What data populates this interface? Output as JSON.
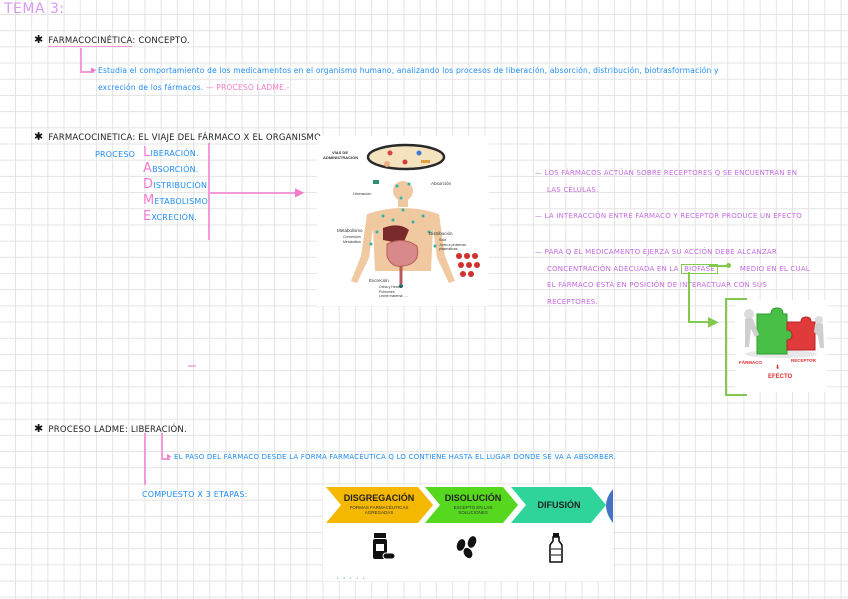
{
  "page_title": "TEMA 3:",
  "colors": {
    "title": "#d79af0",
    "blue_text": "#1f8cf5",
    "purple_text": "#c56be0",
    "pink_accent": "#f27bcc",
    "green_accent": "#82c94f",
    "grid": "#e4e4e4"
  },
  "section1": {
    "heading_term": "Farmacocinética",
    "heading_rest": ": concepto.",
    "definition_line1": "Estudia el comportamiento de los medicamentos en el organismo humano, analizando los procesos de liberación, absorción, distribución, biotrasformación y",
    "definition_line2": "excreción de los fármacos.",
    "definition_tag": "— PROCESO LADME.-"
  },
  "section2": {
    "heading": "Farmacocinetica: el viaje del fármaco x el organismo.",
    "proceso_label": "PROCESO",
    "ladme": [
      {
        "letter": "L",
        "rest": "IBERACIÓN."
      },
      {
        "letter": "A",
        "rest": "BSORCIÓN."
      },
      {
        "letter": "D",
        "rest": "ISTRIBUCIÓN."
      },
      {
        "letter": "M",
        "rest": "ETABOLISMO."
      },
      {
        "letter": "E",
        "rest": "XCRECIÓN."
      }
    ],
    "diagram": {
      "vias_title": "VÍAS DE ADMINISTRACIÓN",
      "absorcion": "Absorción",
      "liberacion": "Liberación",
      "metabolismo": "Metabolismo",
      "metabolismo_items": [
        "Conversión",
        "Metabolitos"
      ],
      "distribucion": "Distribución",
      "distribucion_items": [
        "Sola",
        "Junto a proteínas plasmáticas"
      ],
      "excrecion": "Excreción",
      "excrecion_items": [
        "Orina y Heces",
        "Pulmones",
        "Leche materna, ...."
      ]
    },
    "notes": [
      {
        "line1": "— Los fármacos actúan sobre receptores q se encuentran en",
        "line2": "las células."
      },
      {
        "line1": "— La interacción entre fármaco y receptor produce un efecto",
        "line2": ""
      }
    ],
    "note3": {
      "line1": "— Para q el medicamento ejerza su acción debe alcanzar",
      "line2_pre": "concentración adecuada en la",
      "biofase": "BIOFASE",
      "biofase_def": "Medio en el cual",
      "line3": "el fármaco está en posición de interactuar con sus",
      "line4": "receptores."
    },
    "puzzle": {
      "farmaco": "FÁRMACO",
      "receptor": "RECEPTOR",
      "efecto": "EFECTO"
    }
  },
  "section3": {
    "heading_pre": "Proceso LADME: ",
    "heading_term": "Liberación.",
    "definition": "El paso del fármaco desde la forma farmacéutica q lo contiene hasta el lugar donde se va a absorber.",
    "composed": "Compuesto x 3 etapas:",
    "stages": [
      {
        "title": "DISGREGACIÓN",
        "subtitle": "FORMAS FARMACÉUTICAS AGREGADAS",
        "color": "#f5b800",
        "icon": "pill-bottle-icon"
      },
      {
        "title": "DISOLUCIÓN",
        "subtitle": "EXCEPTO EN LAS SOLUCIONES",
        "color": "#55d81e",
        "icon": "beans-icon"
      },
      {
        "title": "DIFUSIÓN",
        "subtitle": "",
        "color": "#2fd49a",
        "icon": "bottle-icon"
      }
    ]
  }
}
